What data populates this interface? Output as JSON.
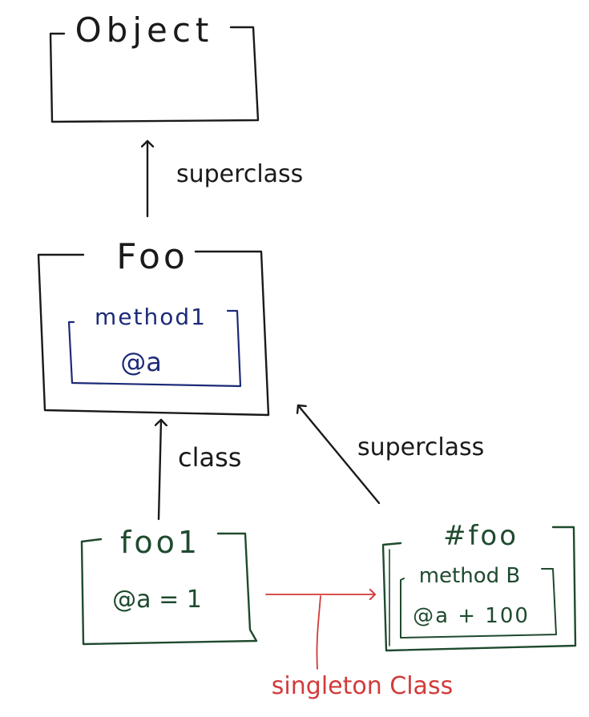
{
  "colors": {
    "black": "#1a1a1a",
    "navy": "#1c2a78",
    "green": "#1f4a2e",
    "red": "#d23a3a"
  },
  "nodes": {
    "object": {
      "label": "Object"
    },
    "foo": {
      "label": "Foo",
      "method_label": "method1",
      "method_body": "@a"
    },
    "foo1": {
      "label": "foo1",
      "body": "@a = 1"
    },
    "singleton_foo": {
      "label": "#foo",
      "method_label": "method B",
      "method_body": "@a + 100"
    }
  },
  "edges": {
    "foo_to_object": {
      "label": "superclass"
    },
    "foo1_to_foo": {
      "label": "class"
    },
    "singleton_to_foo": {
      "label": "superclass"
    },
    "foo1_to_singleton": {
      "label": "singleton Class"
    }
  }
}
